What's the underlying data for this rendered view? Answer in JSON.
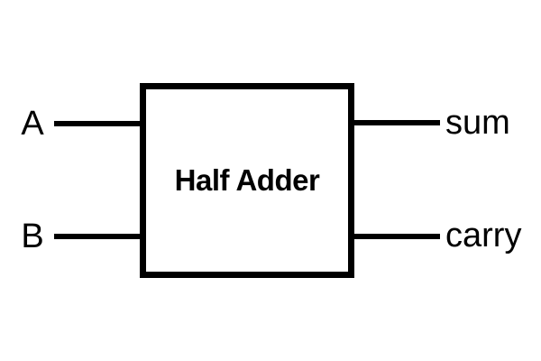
{
  "diagram": {
    "title": "Half Adder",
    "inputs": [
      {
        "label": "A"
      },
      {
        "label": "B"
      }
    ],
    "outputs": [
      {
        "label": "sum"
      },
      {
        "label": "carry"
      }
    ],
    "colors": {
      "line": "#000000",
      "background": "#ffffff",
      "text": "#000000"
    }
  }
}
